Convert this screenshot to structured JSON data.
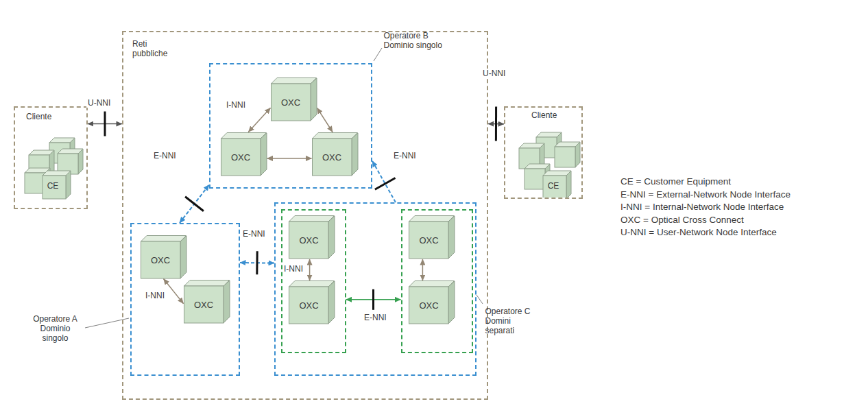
{
  "diagram": {
    "nodes": [
      {
        "text": [
          "Cliente",
          "CE"
        ]
      },
      {
        "text": [
          "Reti pubbliche"
        ]
      },
      {
        "text": [
          "Operatore B Dominio singolo"
        ],
        "in": 1
      },
      {
        "text": [
          "OXC"
        ],
        "in": 2
      },
      {
        "text": [
          "OXC"
        ],
        "in": 2
      },
      {
        "text": [
          "OXC"
        ],
        "in": 2
      },
      {
        "text": [
          "Cliente",
          "CE"
        ]
      },
      {
        "text": [
          "Operatore A Dominio singolo"
        ],
        "in": 1
      },
      {
        "text": [
          "OXC"
        ],
        "in": 7
      },
      {
        "text": [
          "OXC"
        ],
        "in": 7
      },
      {
        "text": [
          "Operatore C Domini separati"
        ],
        "in": 1
      },
      {
        "text": [],
        "in": 10
      },
      {
        "text": [
          "OXC"
        ],
        "in": 11
      },
      {
        "text": [
          "OXC"
        ],
        "in": 11
      },
      {
        "text": [],
        "in": 10
      },
      {
        "text": [
          "OXC"
        ],
        "in": 14
      },
      {
        "text": [
          "OXC"
        ],
        "in": 14
      }
    ],
    "edges": [
      {
        "from": 3,
        "to": 4,
        "arrow": "both"
      },
      {
        "from": 3,
        "to": 5,
        "arrow": "both"
      },
      {
        "from": 4,
        "to": 5,
        "arrow": "both"
      },
      {
        "from": 8,
        "to": 9,
        "arrow": "both"
      },
      {
        "from": 12,
        "to": 13,
        "arrow": "both"
      },
      {
        "from": 15,
        "to": 16,
        "arrow": "both"
      },
      {
        "from": 11,
        "to": 14,
        "label": "E-NNI",
        "arrow": "both"
      },
      {
        "from": 7,
        "to": 2,
        "label": "E-NNI",
        "arrow": "both"
      },
      {
        "from": 7,
        "to": 10,
        "label": "E-NNI",
        "arrow": "both"
      },
      {
        "from": 10,
        "to": 2,
        "label": "E-NNI",
        "arrow": "to"
      },
      {
        "from": 0,
        "to": 1,
        "label": "U-NNI",
        "arrow": "both"
      },
      {
        "from": 1,
        "to": 6,
        "label": "U-NNI",
        "arrow": "both"
      }
    ],
    "labels": [
      "I-NNI",
      "I-NNI",
      "I-NNI"
    ],
    "legend": [
      {
        "text": "CE = Customer Equipment"
      },
      {
        "text": "E-NNI = External-Network Node Interface"
      },
      {
        "text": "I-NNI = Internal-Network Node Interface"
      },
      {
        "text": "OXC = Optical Cross Connect"
      },
      {
        "text": "U-NNI = User-Network Node Interface"
      }
    ]
  }
}
